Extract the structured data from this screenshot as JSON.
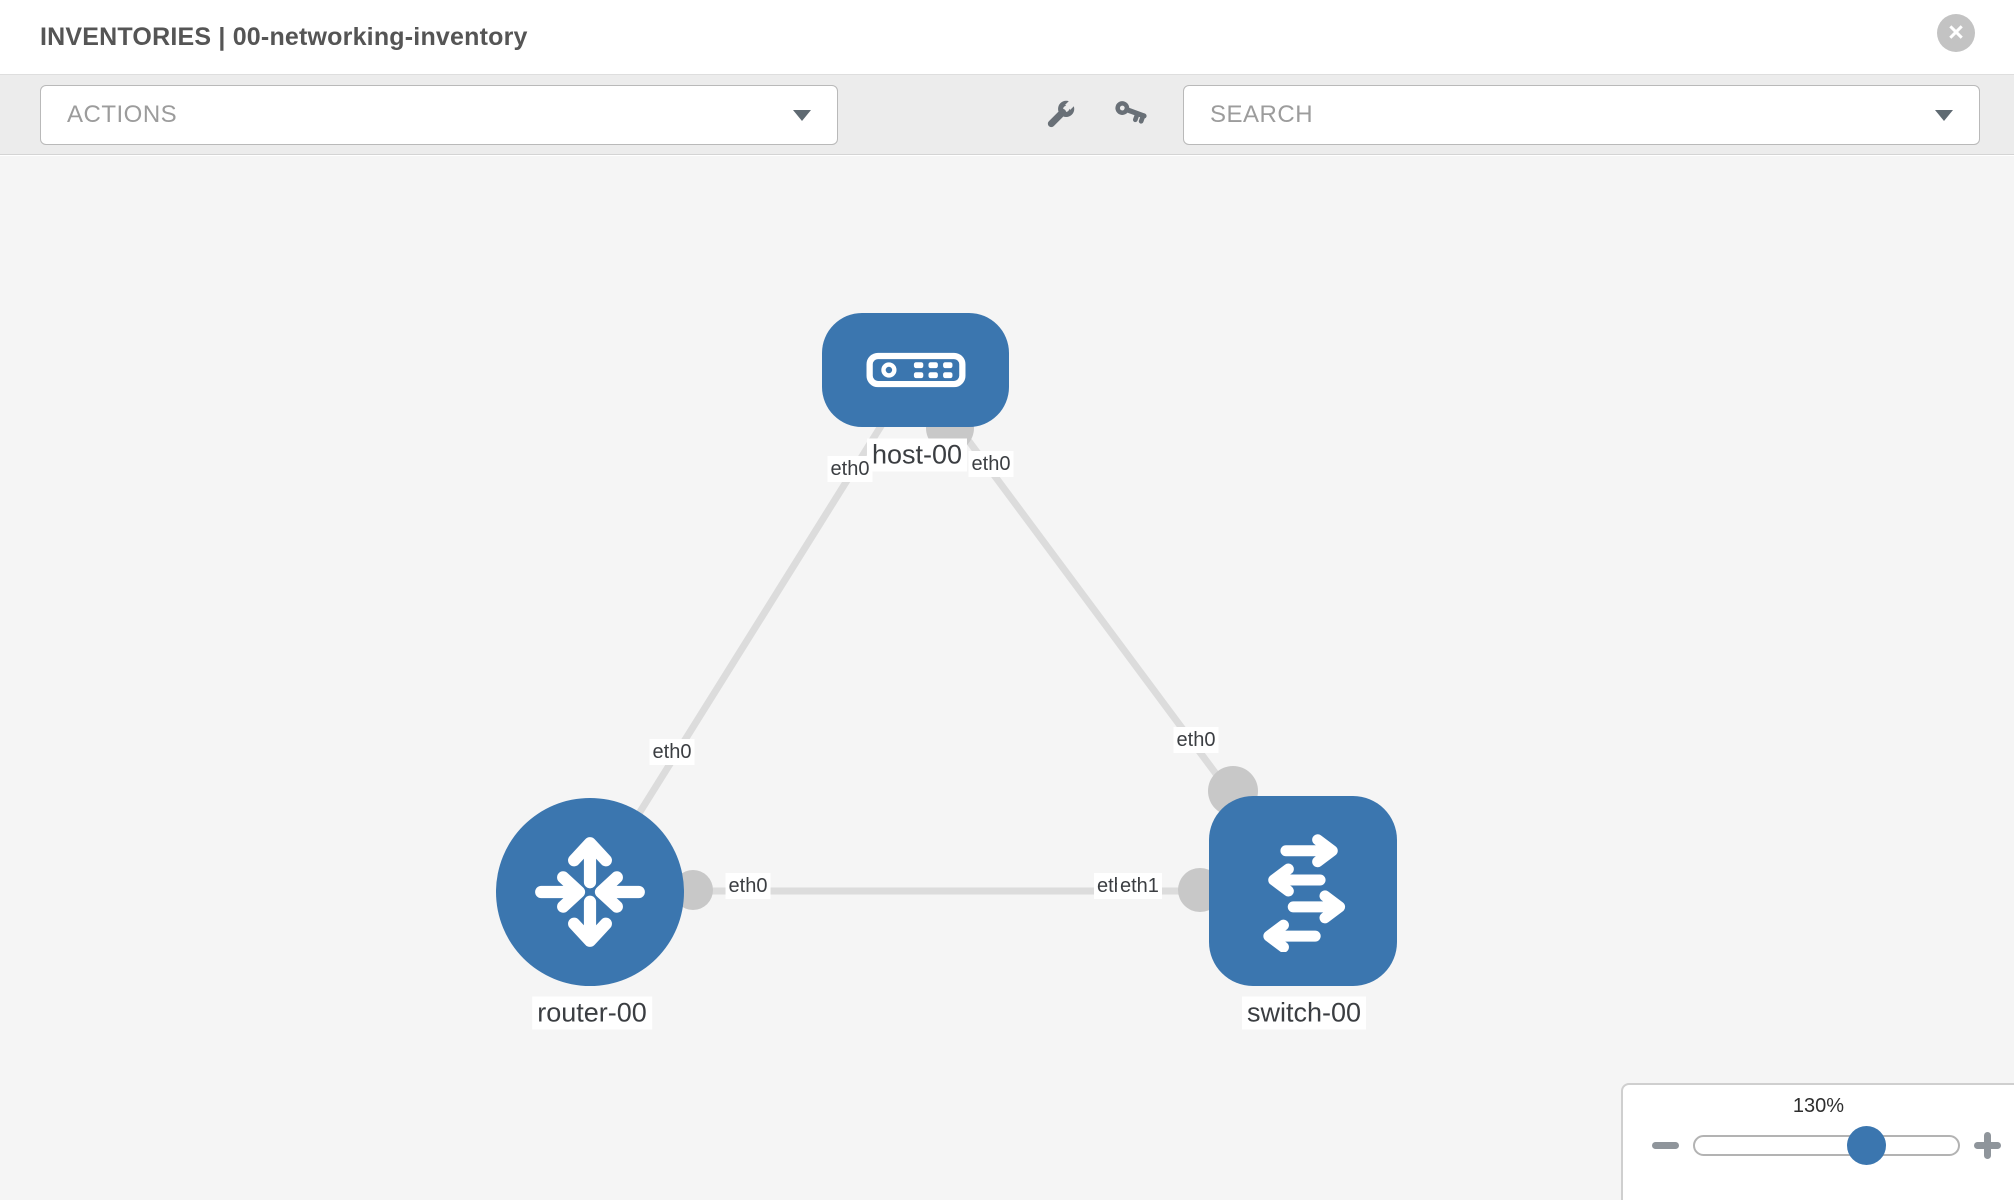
{
  "header": {
    "title": "INVENTORIES | 00-networking-inventory"
  },
  "glyphs": {
    "close": "×"
  },
  "toolbar": {
    "actions_label": "ACTIONS",
    "search_label": "SEARCH"
  },
  "topology": {
    "nodes": [
      {
        "label": "host-00",
        "type": "host"
      },
      {
        "label": "router-00",
        "type": "router"
      },
      {
        "label": "switch-00",
        "type": "switch"
      }
    ],
    "links": [
      {
        "from": "host-00",
        "to": "router-00",
        "from_interface": "eth0",
        "to_interface": "eth0"
      },
      {
        "from": "host-00",
        "to": "switch-00",
        "from_interface": "eth0",
        "to_interface": "eth0"
      },
      {
        "from": "router-00",
        "to": "switch-00",
        "from_interface": "eth0",
        "to_interface": "eth1",
        "occluded_label": "eth0"
      }
    ]
  },
  "zoom_control": {
    "level": "130%"
  },
  "colors": {
    "node_blue": "#3b76af",
    "link_gray": "#dcdcdc",
    "endpoint_gray": "#c8c8c8",
    "canvas_bg": "#f5f5f5",
    "toolbar_bg": "#ececec",
    "input_border": "#b9b9b9",
    "placeholder_gray": "#9c9c9c",
    "title_gray": "#555555",
    "label_text": "#3b3e42",
    "icon_gray": "#697077",
    "control_gray": "#8f959b",
    "close_gray": "#c3c3c3"
  }
}
